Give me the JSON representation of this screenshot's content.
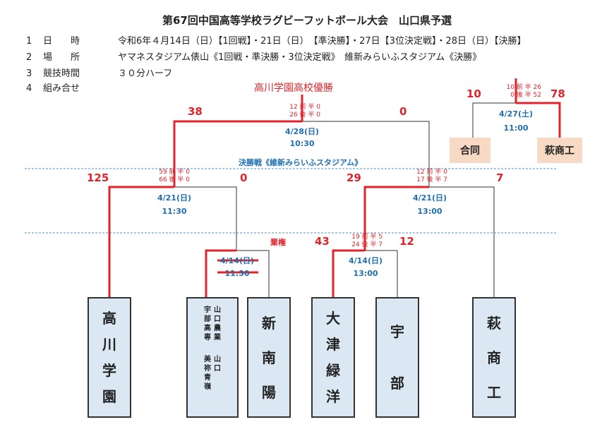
{
  "title": "第67回中国高等学校ラグビーフットボール大会　山口県予選",
  "info": [
    {
      "num": "1",
      "label": "日　　時",
      "text": "令和6年４月14日（日）【1回戦】・21日（日）　【準決勝】・27日【3位決定戦】・28日（日）【決勝】"
    },
    {
      "num": "2",
      "label": "場　　所",
      "text": "ヤマネスタジアム俵山《1回戦・準決勝・3位決定戦》　維新みらいふスタジアム《決勝》"
    },
    {
      "num": "3",
      "label": "競技時間",
      "text": "３０分ハーフ"
    },
    {
      "num": "4",
      "label": "組み合せ",
      "text": ""
    }
  ],
  "champion": "高川学園高校優勝",
  "final": {
    "left_score": "38",
    "right_score": "0",
    "half1": "12 前 半 0",
    "half2": "26 後 半 0",
    "date": "4/28(日)",
    "time": "10:30",
    "venue_label": "決勝戦《維新みらいふスタジアム》"
  },
  "third_place": {
    "left_score": "10",
    "right_score": "78",
    "half1": "10 前 半 26",
    "half2": "0 後 半 52",
    "date": "4/27(土)",
    "time": "11:00",
    "left_team": "合同",
    "right_team": "萩商工"
  },
  "semi1": {
    "left_score": "125",
    "right_score": "0",
    "half1": "59 前 半 0",
    "half2": "66 後 半 0",
    "date": "4/21(日)",
    "time": "11:30"
  },
  "semi2": {
    "left_score": "29",
    "right_score": "7",
    "half1": "12 前 半 0",
    "half2": "17 後 半 7",
    "date": "4/21(日)",
    "time": "13:00"
  },
  "r1a": {
    "date": "4/14(日)",
    "time": "11:30",
    "note": "棄権"
  },
  "r1b": {
    "left_score": "43",
    "right_score": "12",
    "half1": "19 前 半 5",
    "half2": "24 後 半 7",
    "date": "4/14(日)",
    "time": "13:00"
  },
  "teams": {
    "t1": [
      "高",
      "川",
      "学",
      "園"
    ],
    "t2a": [
      "宇",
      "部",
      "高",
      "専"
    ],
    "t2b": [
      "山",
      "口",
      "農",
      "業",
      "山",
      "口"
    ],
    "t2c": [
      "美",
      "祢",
      "青",
      "嶺"
    ],
    "t3": [
      "新",
      "南",
      "陽"
    ],
    "t4": [
      "大",
      "津",
      "緑",
      "洋"
    ],
    "t5": [
      "宇",
      "部"
    ],
    "t6": [
      "萩",
      "商",
      "工"
    ]
  },
  "colors": {
    "winner": "#e0242b",
    "accent": "#1f6fb2",
    "team_bg": "#dbe8f4",
    "box_bg": "#f7d9c4"
  }
}
